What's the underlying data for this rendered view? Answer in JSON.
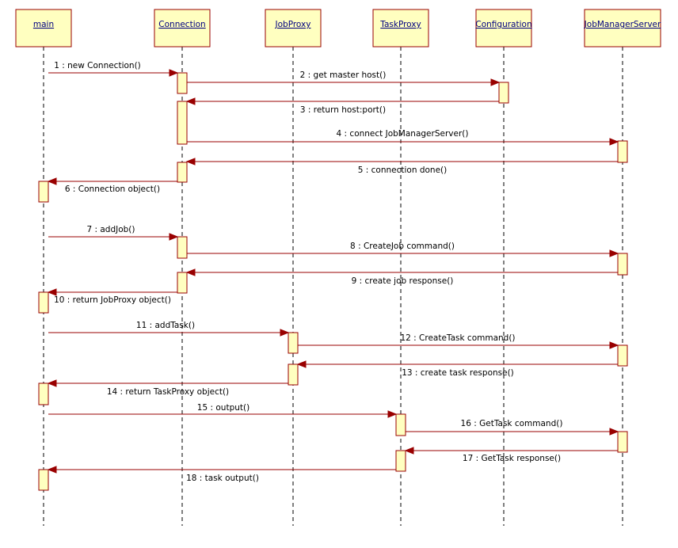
{
  "colors": {
    "box_fill": "#ffffc0",
    "box_stroke": "#990000",
    "arrow": "#990000",
    "lifeline": "#000000",
    "header_text": "#000080",
    "label_text": "#000000"
  },
  "participants": [
    {
      "id": "main",
      "name": "main"
    },
    {
      "id": "connection",
      "name": "Connection"
    },
    {
      "id": "jobproxy",
      "name": "JobProxy"
    },
    {
      "id": "taskproxy",
      "name": "TaskProxy"
    },
    {
      "id": "configuration",
      "name": "Configuration"
    },
    {
      "id": "jobmanagerserver",
      "name": "JobManagerServer"
    }
  ],
  "messages": [
    {
      "label": "1 : new Connection()",
      "from": "main",
      "to": "connection"
    },
    {
      "label": "2 : get master host()",
      "from": "connection",
      "to": "configuration"
    },
    {
      "label": "3 : return host:port()",
      "from": "configuration",
      "to": "connection"
    },
    {
      "label": "4 : connect JobManagerServer()",
      "from": "connection",
      "to": "jobmanagerserver"
    },
    {
      "label": "5 : connection done()",
      "from": "jobmanagerserver",
      "to": "connection"
    },
    {
      "label": "6 : Connection object()",
      "from": "connection",
      "to": "main"
    },
    {
      "label": "7 : addJob()",
      "from": "main",
      "to": "connection"
    },
    {
      "label": "8 : CreateJob command()",
      "from": "connection",
      "to": "jobmanagerserver"
    },
    {
      "label": "9 : create job response()",
      "from": "jobmanagerserver",
      "to": "connection"
    },
    {
      "label": "10 : return JobProxy object()",
      "from": "connection",
      "to": "main"
    },
    {
      "label": "11 : addTask()",
      "from": "main",
      "to": "jobproxy"
    },
    {
      "label": "12 : CreateTask command()",
      "from": "jobproxy",
      "to": "jobmanagerserver"
    },
    {
      "label": "13 : create task response()",
      "from": "jobmanagerserver",
      "to": "jobproxy"
    },
    {
      "label": "14 : return TaskProxy object()",
      "from": "jobproxy",
      "to": "main"
    },
    {
      "label": "15 : output()",
      "from": "main",
      "to": "taskproxy"
    },
    {
      "label": "16 : GetTask command()",
      "from": "taskproxy",
      "to": "jobmanagerserver"
    },
    {
      "label": "17 : GetTask response()",
      "from": "jobmanagerserver",
      "to": "taskproxy"
    },
    {
      "label": "18 : task output()",
      "from": "taskproxy",
      "to": "main"
    }
  ]
}
